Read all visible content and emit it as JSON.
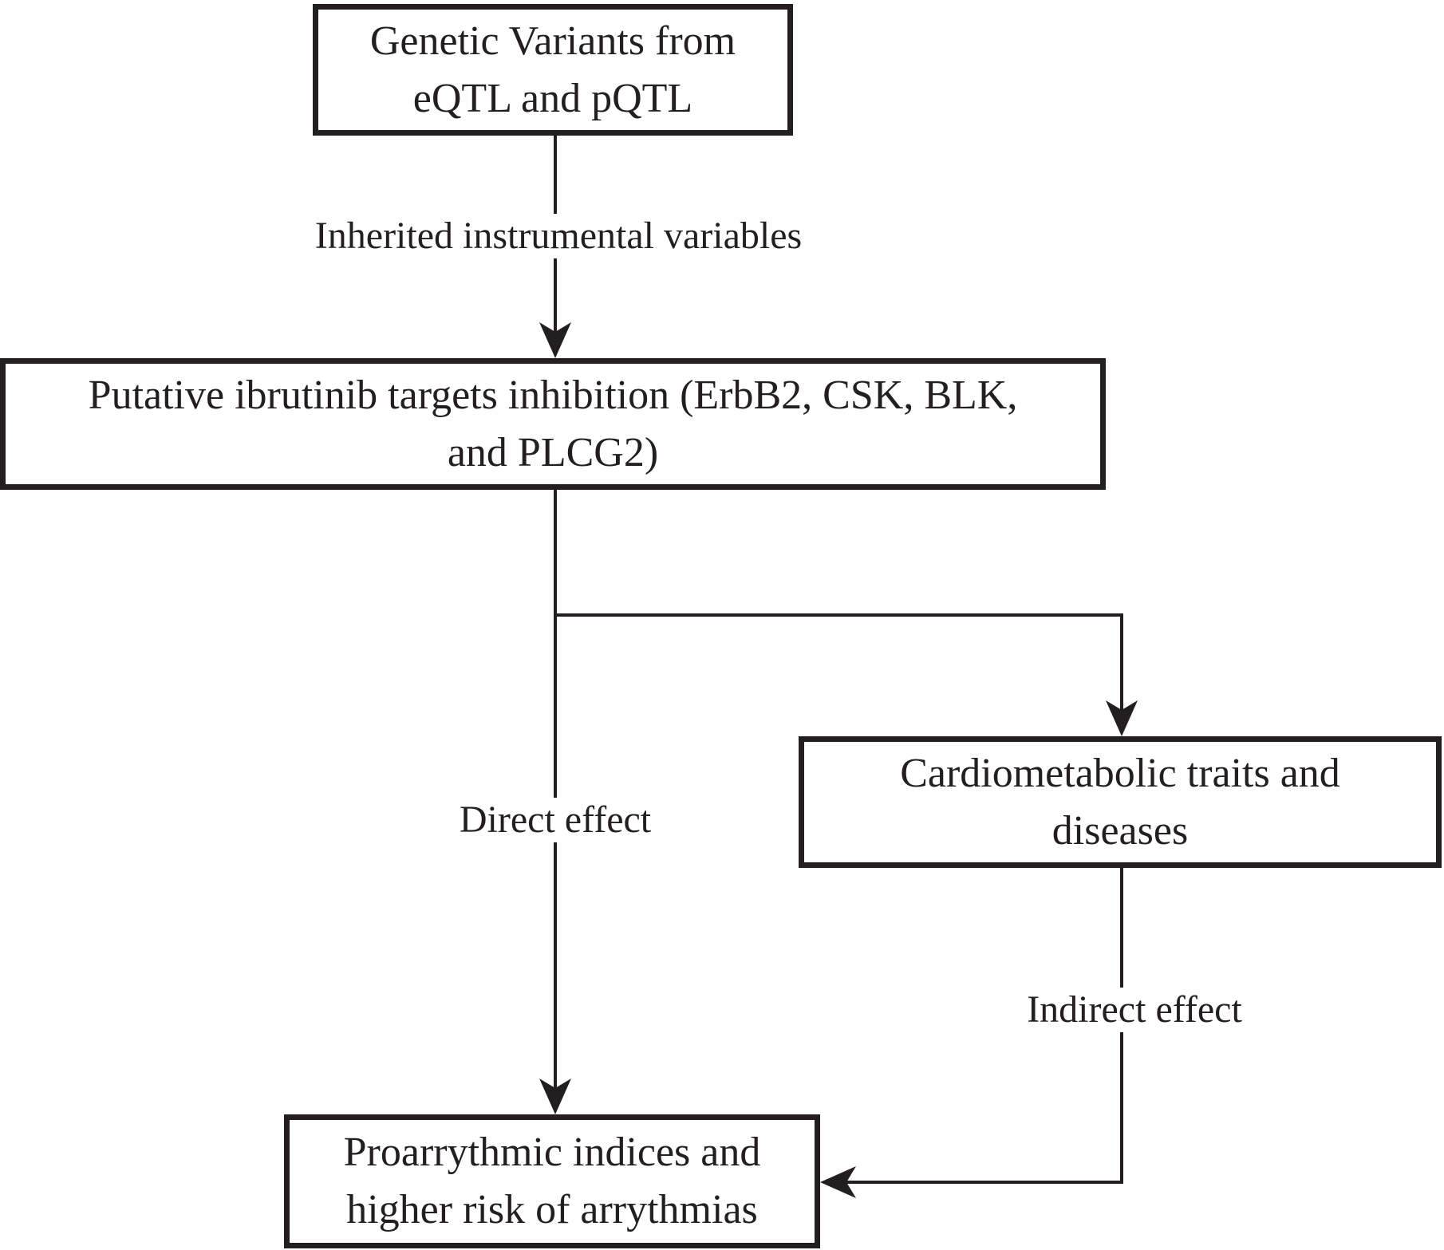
{
  "nodes": {
    "genetic_variants": "Genetic Variants from\neQTL and pQTL",
    "ibrutinib_targets": "Putative ibrutinib targets inhibition (ErbB2, CSK, BLK,\nand PLCG2)",
    "cardiometabolic": "Cardiometabolic traits and\ndiseases",
    "proarrhythmic": "Proarrythmic indices and\nhigher risk of arrythmias"
  },
  "edges": {
    "inherited": "Inherited instrumental variables",
    "direct": "Direct effect",
    "indirect": "Indirect effect"
  },
  "colors": {
    "stroke": "#231f20",
    "background": "#ffffff"
  }
}
